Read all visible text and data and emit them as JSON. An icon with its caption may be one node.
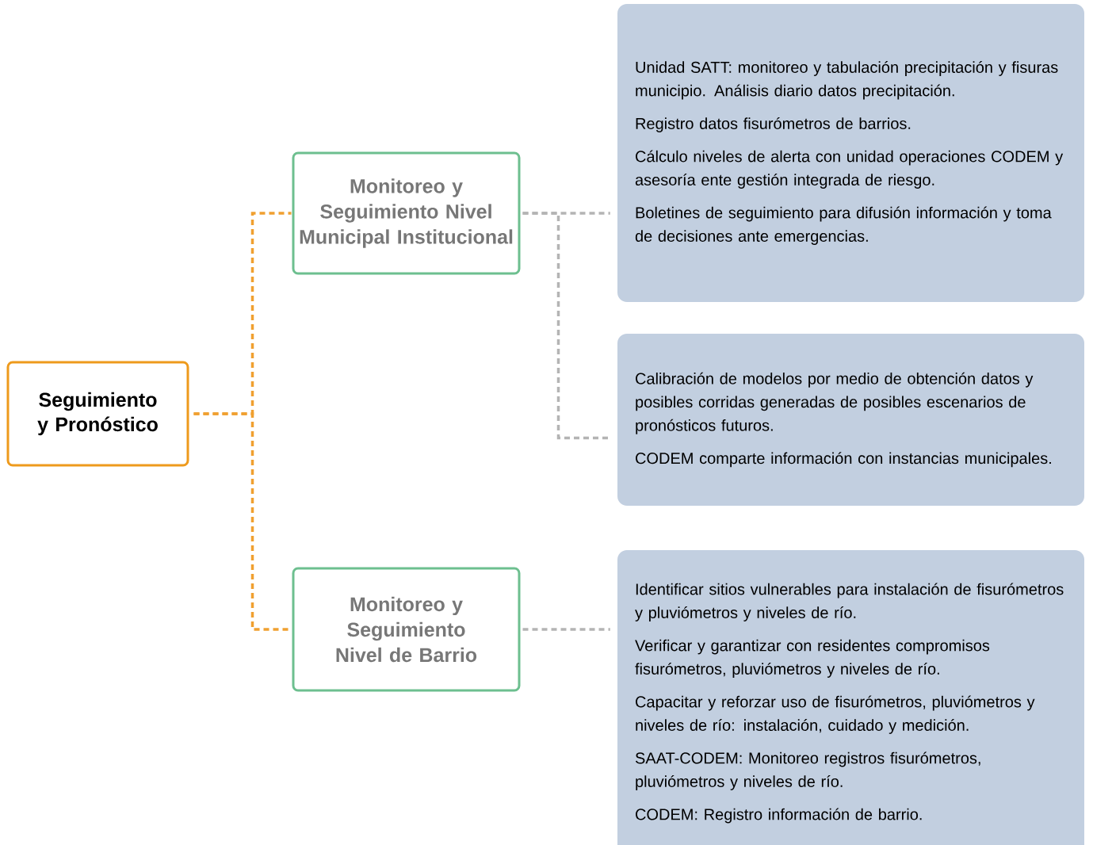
{
  "diagram": {
    "nodes": [
      {
        "text": [
          "Seguimiento y Pronóstico"
        ]
      },
      {
        "text": [
          "Monitoreo y Seguimiento Nivel Municipal Institucional"
        ]
      },
      {
        "text": [
          "Monitoreo y Seguimiento Nivel de Barrio"
        ]
      },
      {
        "text": [
          "Unidad SATT: monitoreo y tabulación precipitación y fisuras municipio. Análisis diario datos precipitación.",
          "Registro datos fisurómetros de barrios.",
          "Cálculo niveles de alerta con unidad operaciones CODEM y asesoría ente gestión integrada de riesgo.",
          "Boletines de seguimiento para difusión información y toma de decisiones ante emergencias."
        ]
      },
      {
        "text": [
          "Calibración de modelos por medio de obtención datos y posibles corridas generadas de posibles escenarios de pronósticos futuros.",
          "CODEM comparte información con instancias municipales."
        ]
      },
      {
        "text": [
          "Identificar sitios vulnerables para instalación de fisurómetros y pluviómetros y niveles de río.",
          "Verificar y garantizar con residentes compromisos fisurómetros, pluviómetros y niveles de río.",
          "Capacitar y reforzar uso de fisurómetros, pluviómetros y niveles de río: instalación, cuidado y medición.",
          "SAAT-CODEM: Monitoreo registros fisurómetros, pluviómetros y niveles de río.",
          "CODEM: Registro información de barrio."
        ]
      }
    ],
    "edges": [
      {
        "from": 0,
        "to": 1,
        "arrow": "none",
        "style": "dashed",
        "color": "#f0a030"
      },
      {
        "from": 0,
        "to": 2,
        "arrow": "none",
        "style": "dashed",
        "color": "#f0a030"
      },
      {
        "from": 1,
        "to": 3,
        "arrow": "none",
        "style": "dashed",
        "color": "#b4b4b4"
      },
      {
        "from": 1,
        "to": 4,
        "arrow": "none",
        "style": "dashed",
        "color": "#b4b4b4"
      },
      {
        "from": 2,
        "to": 5,
        "arrow": "none",
        "style": "dashed",
        "color": "#b4b4b4"
      }
    ]
  }
}
